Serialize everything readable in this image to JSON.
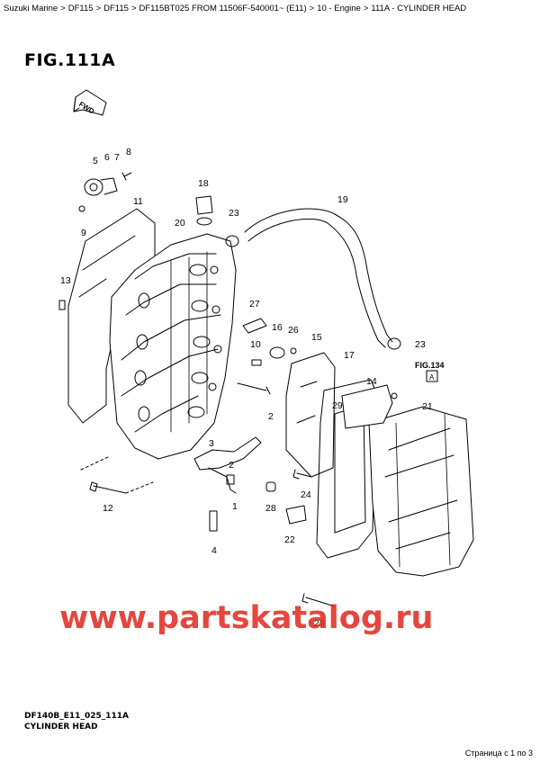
{
  "breadcrumb": {
    "items": [
      "Suzuki Marine",
      "DF115",
      "DF115",
      "DF115BT025 FROM 11506F-540001~ (E11)",
      "10 - Engine",
      "111A - CYLINDER HEAD"
    ],
    "separator": ">"
  },
  "figure": {
    "title": "FIG.111A",
    "fwd_label": "FWD",
    "ref_fig": "FIG.134",
    "ref_box": "A",
    "code": "DF140B_E11_025_111A",
    "caption": "CYLINDER HEAD"
  },
  "callouts": [
    "1",
    "2",
    "2",
    "3",
    "4",
    "5",
    "6",
    "7",
    "8",
    "9",
    "10",
    "11",
    "12",
    "13",
    "14",
    "15",
    "16",
    "17",
    "18",
    "19",
    "20",
    "21",
    "22",
    "23",
    "23",
    "24",
    "25",
    "26",
    "27",
    "28",
    "29"
  ],
  "watermark": "www.partskatalog.ru",
  "pager": "Страница с 1 по 3",
  "colors": {
    "watermark": "#e0281e",
    "line": "#000000",
    "background": "#ffffff"
  }
}
